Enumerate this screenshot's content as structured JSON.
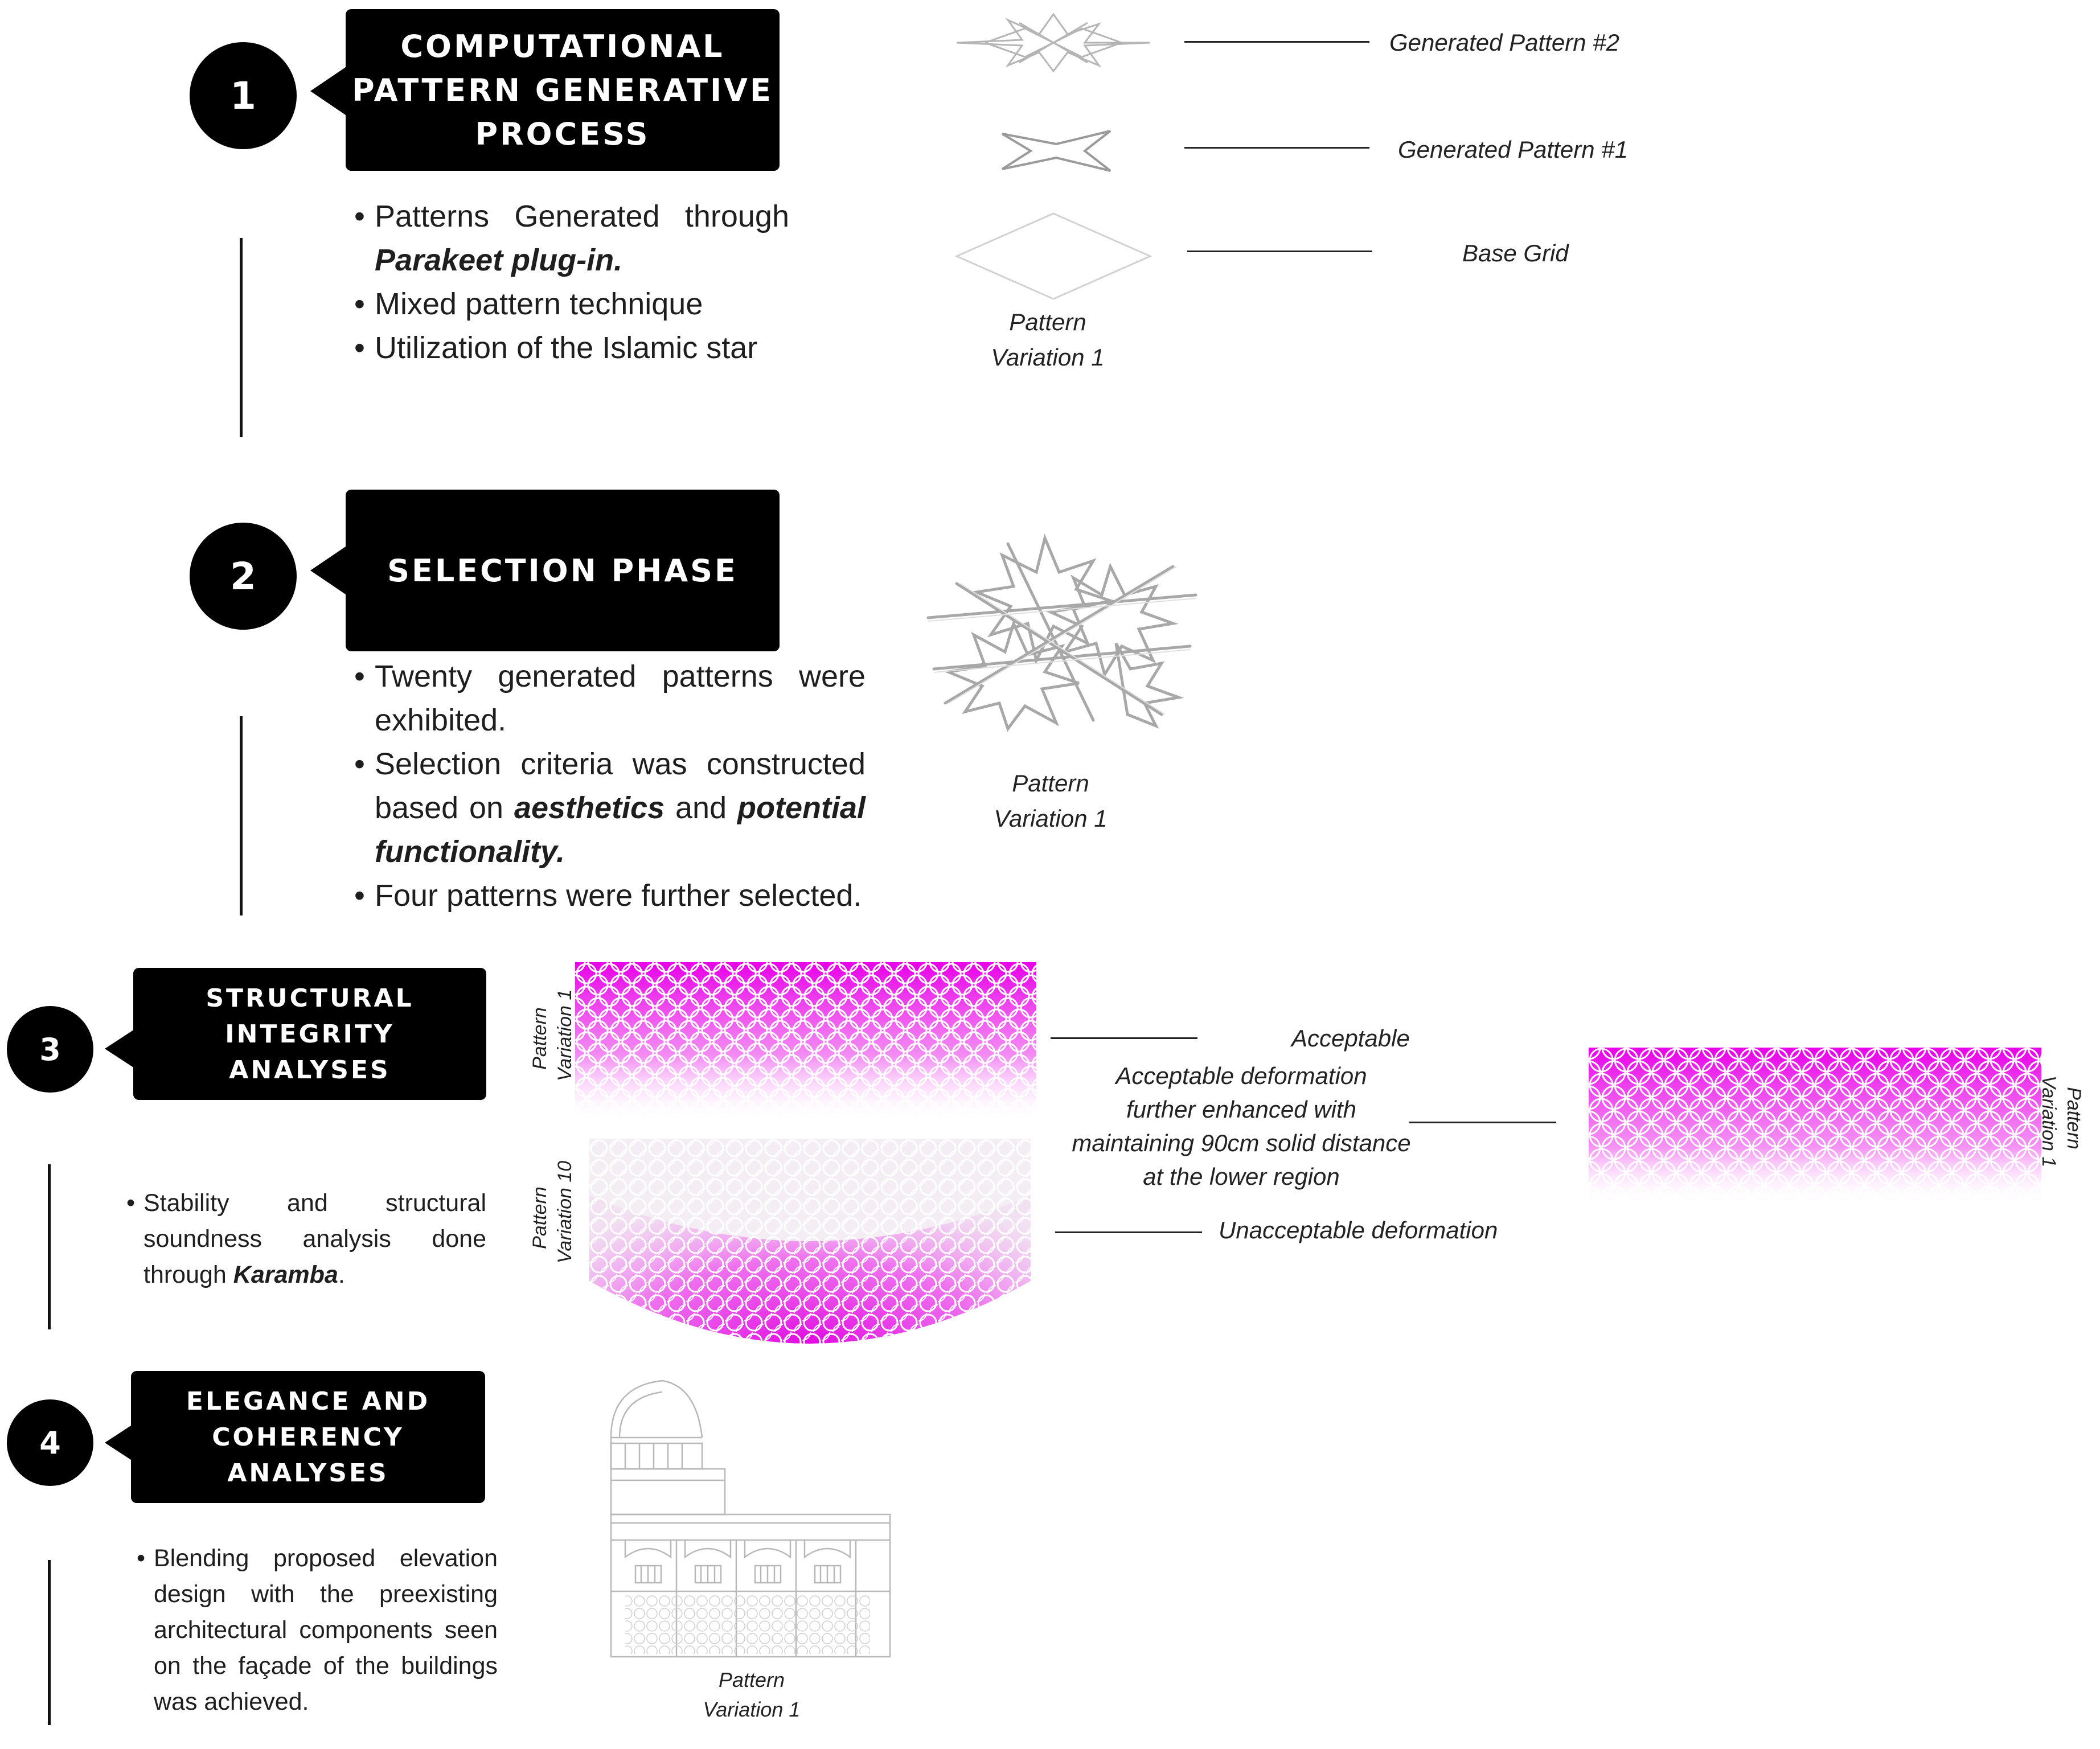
{
  "steps": [
    {
      "number": "1",
      "title_lines": [
        "COMPUTATIONAL",
        "PATTERN GENERATIVE",
        "PROCESS"
      ],
      "bullets": [
        {
          "parts": [
            {
              "t": "Patterns Generated through "
            },
            {
              "t": "Parakeet plug-in.",
              "bi": true
            }
          ]
        },
        {
          "parts": [
            {
              "t": "Mixed pattern technique"
            }
          ]
        },
        {
          "parts": [
            {
              "t": "Utilization of the Islamic star"
            }
          ]
        }
      ]
    },
    {
      "number": "2",
      "title_lines": [
        "SELECTION PHASE"
      ],
      "bullets": [
        {
          "parts": [
            {
              "t": "Twenty generated patterns were exhibited."
            }
          ]
        },
        {
          "parts": [
            {
              "t": "Selection criteria was constructed based on "
            },
            {
              "t": "aesthetics",
              "bi": true
            },
            {
              "t": " and "
            },
            {
              "t": "potential functionality.",
              "bi": true
            }
          ]
        },
        {
          "parts": [
            {
              "t": "Four patterns were further selected."
            }
          ]
        }
      ]
    },
    {
      "number": "3",
      "title_lines": [
        "STRUCTURAL",
        "INTEGRITY",
        "ANALYSES"
      ],
      "bullets": [
        {
          "parts": [
            {
              "t": "Stability and structural soundness analysis done through "
            },
            {
              "t": "Karamba",
              "bi": true
            },
            {
              "t": "."
            }
          ]
        }
      ]
    },
    {
      "number": "4",
      "title_lines": [
        "ELEGANCE AND",
        "COHERENCY",
        "ANALYSES"
      ],
      "bullets": [
        {
          "parts": [
            {
              "t": "Blending proposed elevation design with the preexisting architectural components seen on the façade of the buildings was achieved."
            }
          ]
        }
      ]
    }
  ],
  "labels": {
    "generated_pattern_2": "Generated Pattern #2",
    "generated_pattern_1": "Generated Pattern #1",
    "base_grid": "Base Grid",
    "pattern_variation_1_a": [
      "Pattern",
      "Variation 1"
    ],
    "pattern_variation_1_b": [
      "Pattern",
      "Variation 1"
    ],
    "pattern_variation_1_c": [
      "Pattern",
      "Variation 1"
    ],
    "pattern_variation_1_vertical_left": [
      "Pattern",
      "Variation 1"
    ],
    "pattern_variation_10_vertical": [
      "Pattern",
      "Variation 10"
    ],
    "pattern_variation_1_vertical_right": [
      "Pattern",
      "Variation 1"
    ],
    "acceptable": "Acceptable",
    "acceptable_enhanced": [
      "Acceptable deformation",
      "further enhanced with",
      "maintaining 90cm solid distance",
      "at the lower region"
    ],
    "unacceptable": "Unacceptable deformation"
  },
  "colors": {
    "box": "#000000",
    "magenta": "#e800e8",
    "line": "#222222"
  }
}
